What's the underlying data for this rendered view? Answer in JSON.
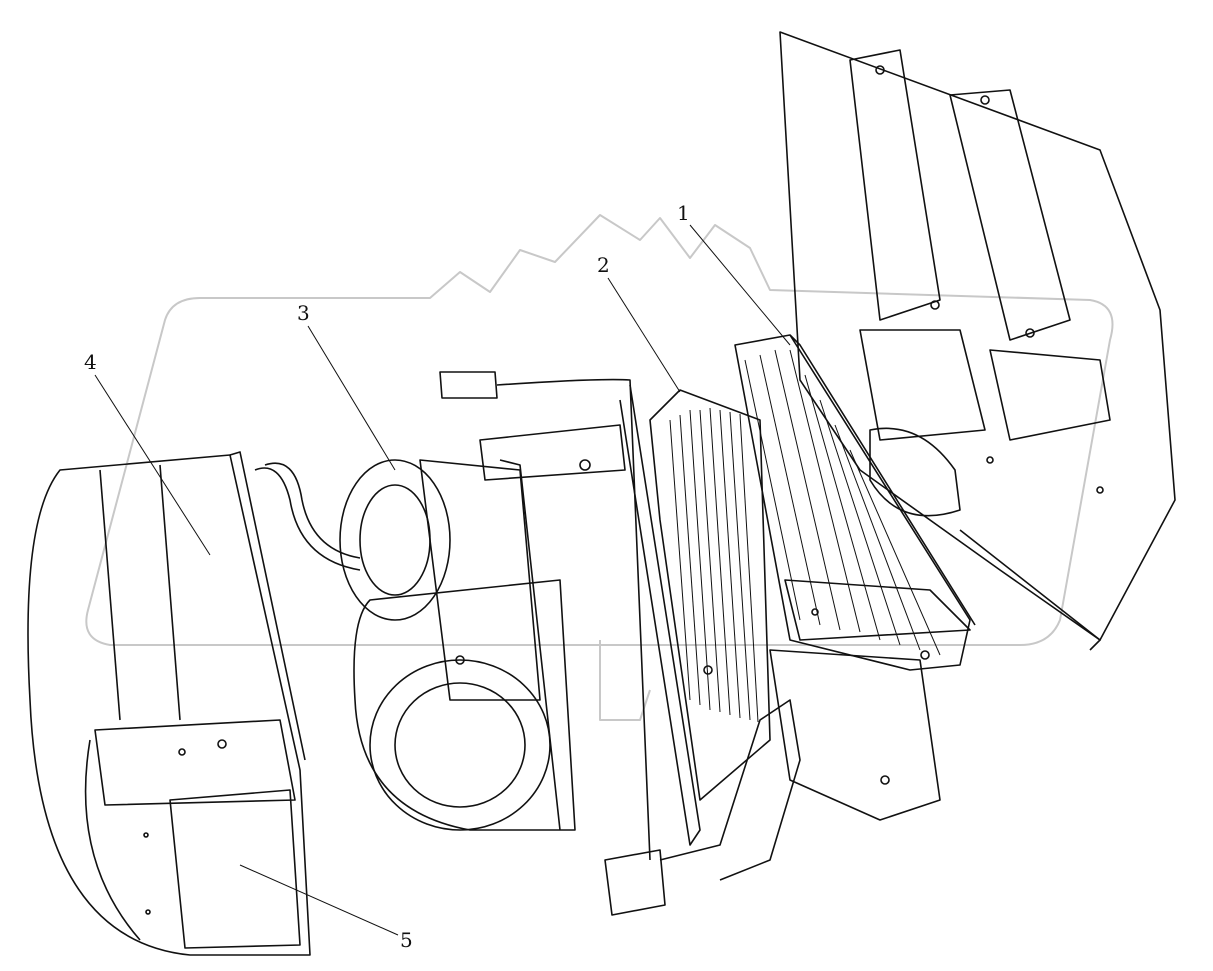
{
  "diagram": {
    "callouts": [
      {
        "label": "1",
        "part": "evaporator-core"
      },
      {
        "label": "2",
        "part": "heater-core"
      },
      {
        "label": "3",
        "part": "blower-fan"
      },
      {
        "label": "4",
        "part": "blower-housing-cover"
      },
      {
        "label": "5",
        "part": "air-inlet-flap"
      }
    ],
    "colors": {
      "line": "#111111",
      "watermark": "#c8c8c8",
      "background": "#ffffff"
    }
  }
}
